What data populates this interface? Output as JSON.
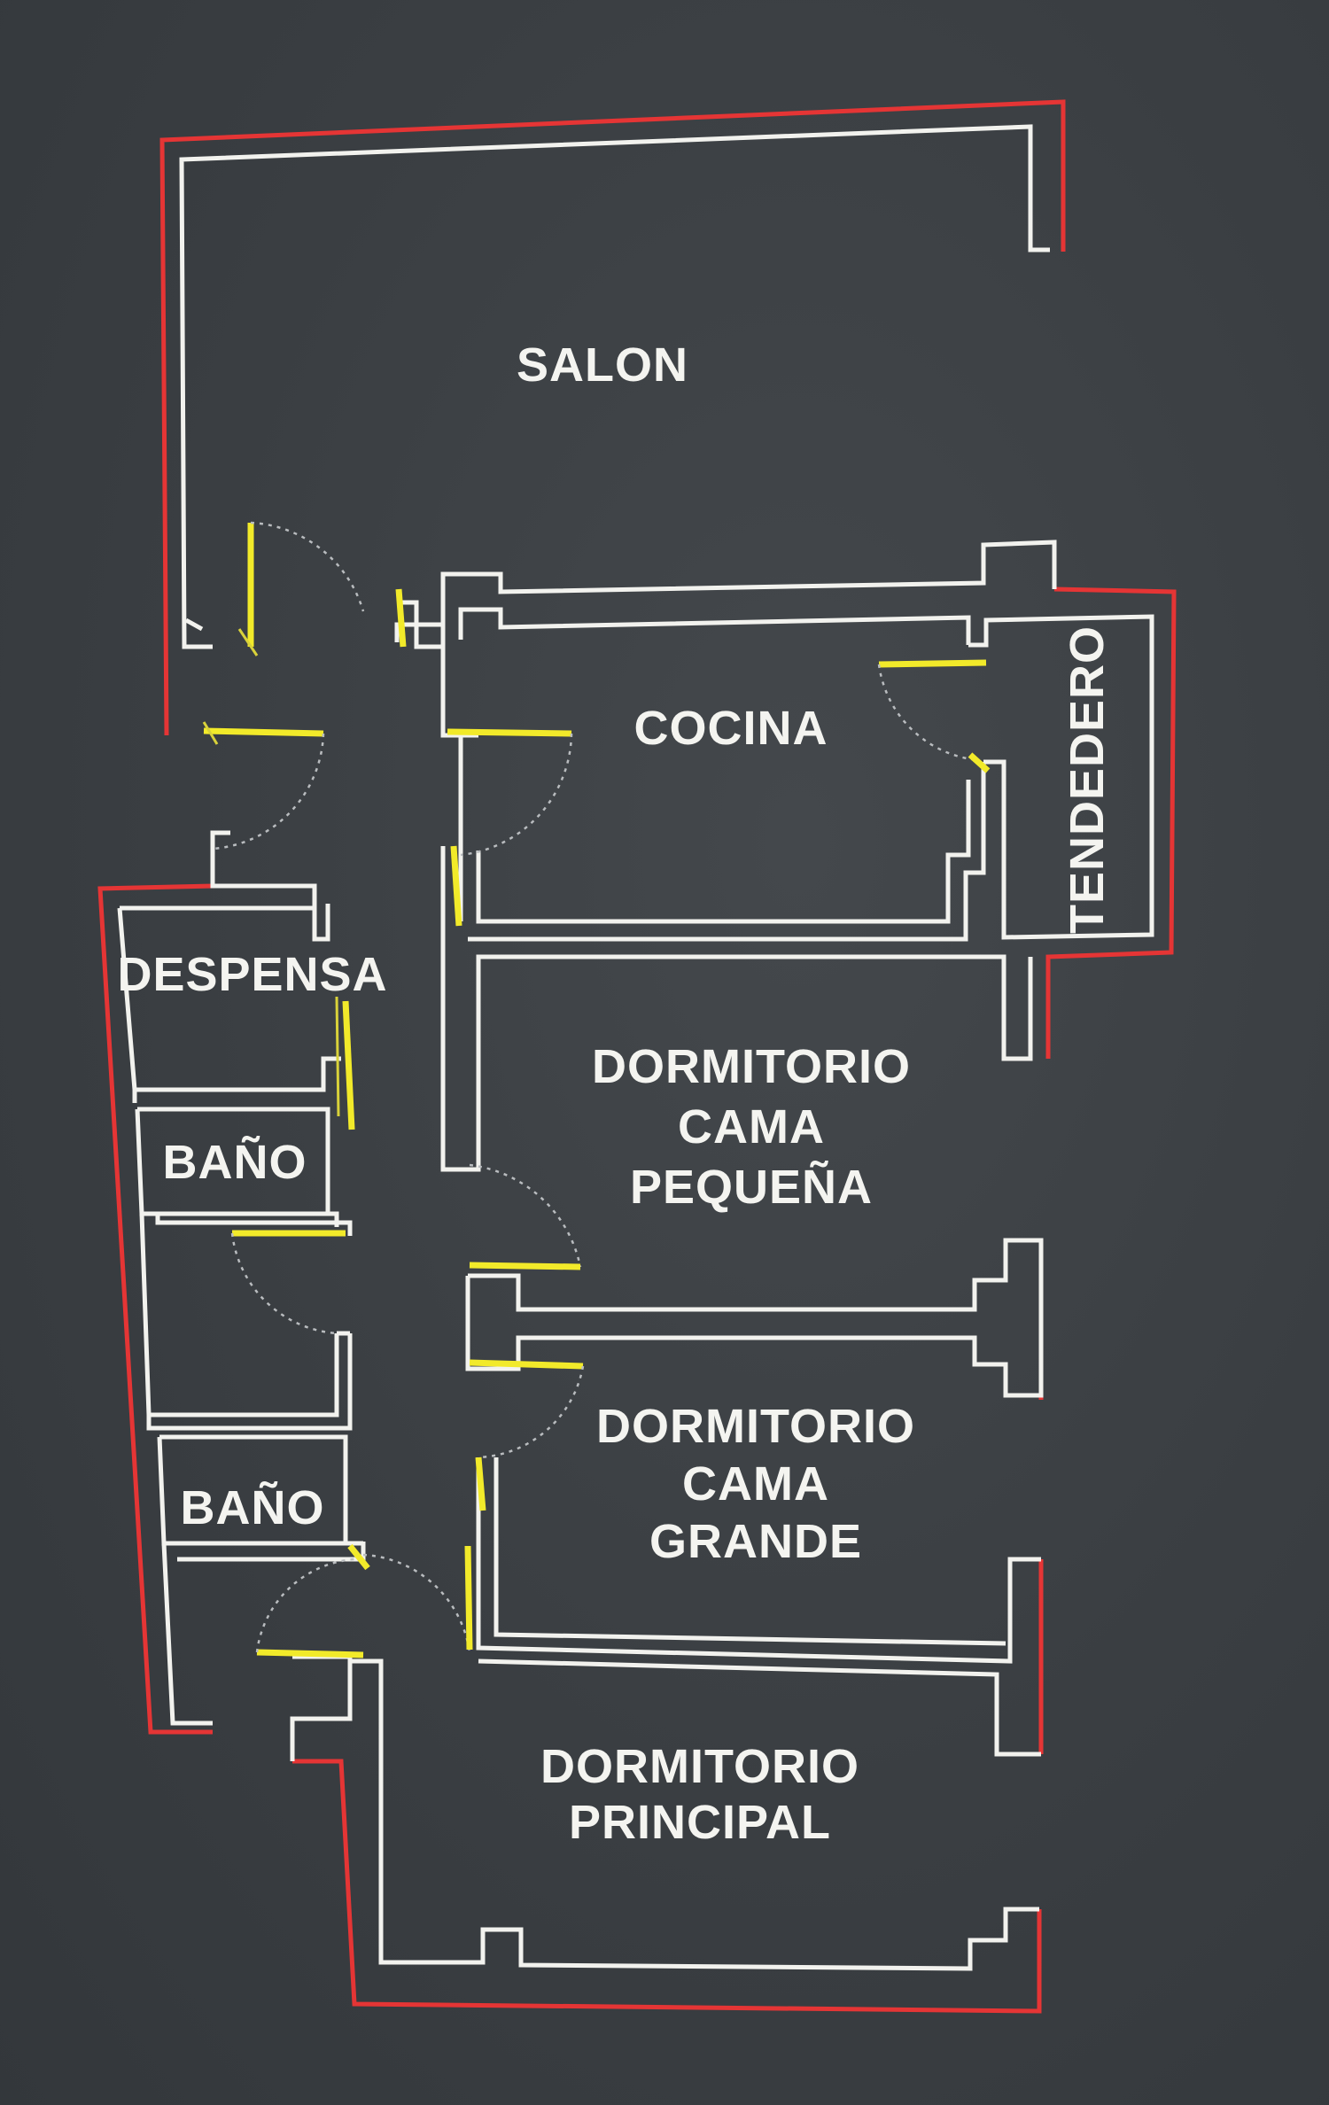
{
  "colors": {
    "background": "#3b3f43",
    "interior_walls": "#f2f2ee",
    "exterior_walls": "#e53535",
    "doors": "#f2ea2a",
    "door_swing": "#b9bcbf"
  },
  "rooms": {
    "salon": "SALON",
    "cocina": "COCINA",
    "tendedero": "TENDEDERO",
    "despensa": "DESPENSA",
    "bano_1": "BAÑO",
    "bano_2": "BAÑO",
    "dormitorio_pequena": [
      "DORMITORIO",
      "CAMA",
      "PEQUEÑA"
    ],
    "dormitorio_grande": [
      "DORMITORIO",
      "CAMA",
      "GRANDE"
    ],
    "dormitorio_principal": [
      "DORMITORIO",
      "PRINCIPAL"
    ]
  }
}
